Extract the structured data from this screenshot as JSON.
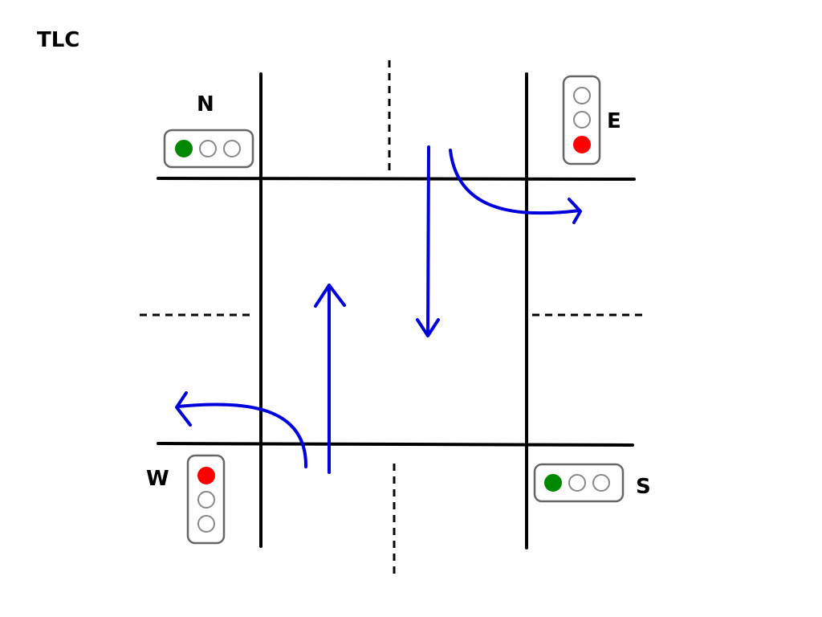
{
  "title": "TLC",
  "colors": {
    "road_line": "#000000",
    "arrow": "#0000dd",
    "housing_border": "#666666",
    "light_off": "#888888",
    "green": "#008800",
    "red": "#ff0000"
  },
  "signals": {
    "north": {
      "label": "N",
      "orientation": "horizontal",
      "state": "green"
    },
    "east": {
      "label": "E",
      "orientation": "vertical",
      "state": "red"
    },
    "west": {
      "label": "W",
      "orientation": "vertical",
      "state": "red"
    },
    "south": {
      "label": "S",
      "orientation": "horizontal",
      "state": "green"
    }
  },
  "movements": [
    {
      "id": "southbound-straight",
      "kind": "straight"
    },
    {
      "id": "east-turn",
      "kind": "turn"
    },
    {
      "id": "northbound-straight",
      "kind": "straight"
    },
    {
      "id": "west-turn",
      "kind": "turn"
    }
  ]
}
